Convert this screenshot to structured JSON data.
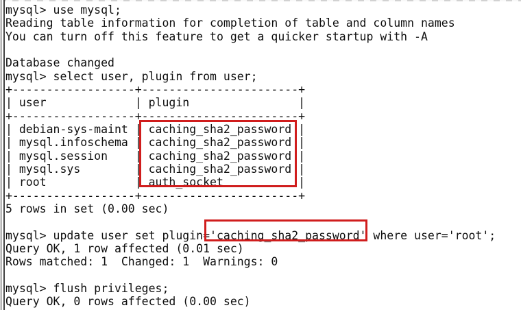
{
  "terminal": {
    "background": "#ffffff",
    "text_color": "#0f0f0f",
    "lines": [
      "mysql> use mysql;",
      "Reading table information for completion of table and column names",
      "You can turn off this feature to get a quicker startup with -A",
      "",
      "Database changed",
      "mysql> select user, plugin from user;",
      "+------------------+-----------------------+",
      "| user             | plugin                |",
      "+------------------+-----------------------+",
      "| debian-sys-maint | caching_sha2_password |",
      "| mysql.infoschema | caching_sha2_password |",
      "| mysql.session    | caching_sha2_password |",
      "| mysql.sys        | caching_sha2_password |",
      "| root             | auth_socket           |",
      "+------------------+-----------------------+",
      "5 rows in set (0.00 sec)",
      "",
      "mysql> update user set plugin='caching_sha2_password' where user='root';",
      "Query OK, 1 row affected (0.01 sec)",
      "Rows matched: 1  Changed: 1  Warnings: 0",
      "",
      "mysql> flush privileges;",
      "Query OK, 0 rows affected (0.00 sec)"
    ]
  },
  "result_table": {
    "columns": [
      "user",
      "plugin"
    ],
    "rows": [
      [
        "debian-sys-maint",
        "caching_sha2_password"
      ],
      [
        "mysql.infoschema",
        "caching_sha2_password"
      ],
      [
        "mysql.session",
        "caching_sha2_password"
      ],
      [
        "mysql.sys",
        "caching_sha2_password"
      ],
      [
        "root",
        "auth_socket"
      ]
    ],
    "summary": "5 rows in set (0.00 sec)"
  },
  "annotations": {
    "highlight_color": "#d01d1d",
    "boxes": [
      {
        "name": "plugin-column-highlight",
        "highlighted_text": "caching_sha2_password (x4), auth_socket"
      },
      {
        "name": "update-value-highlight",
        "highlighted_text": "'caching_sha2_password'"
      }
    ]
  }
}
